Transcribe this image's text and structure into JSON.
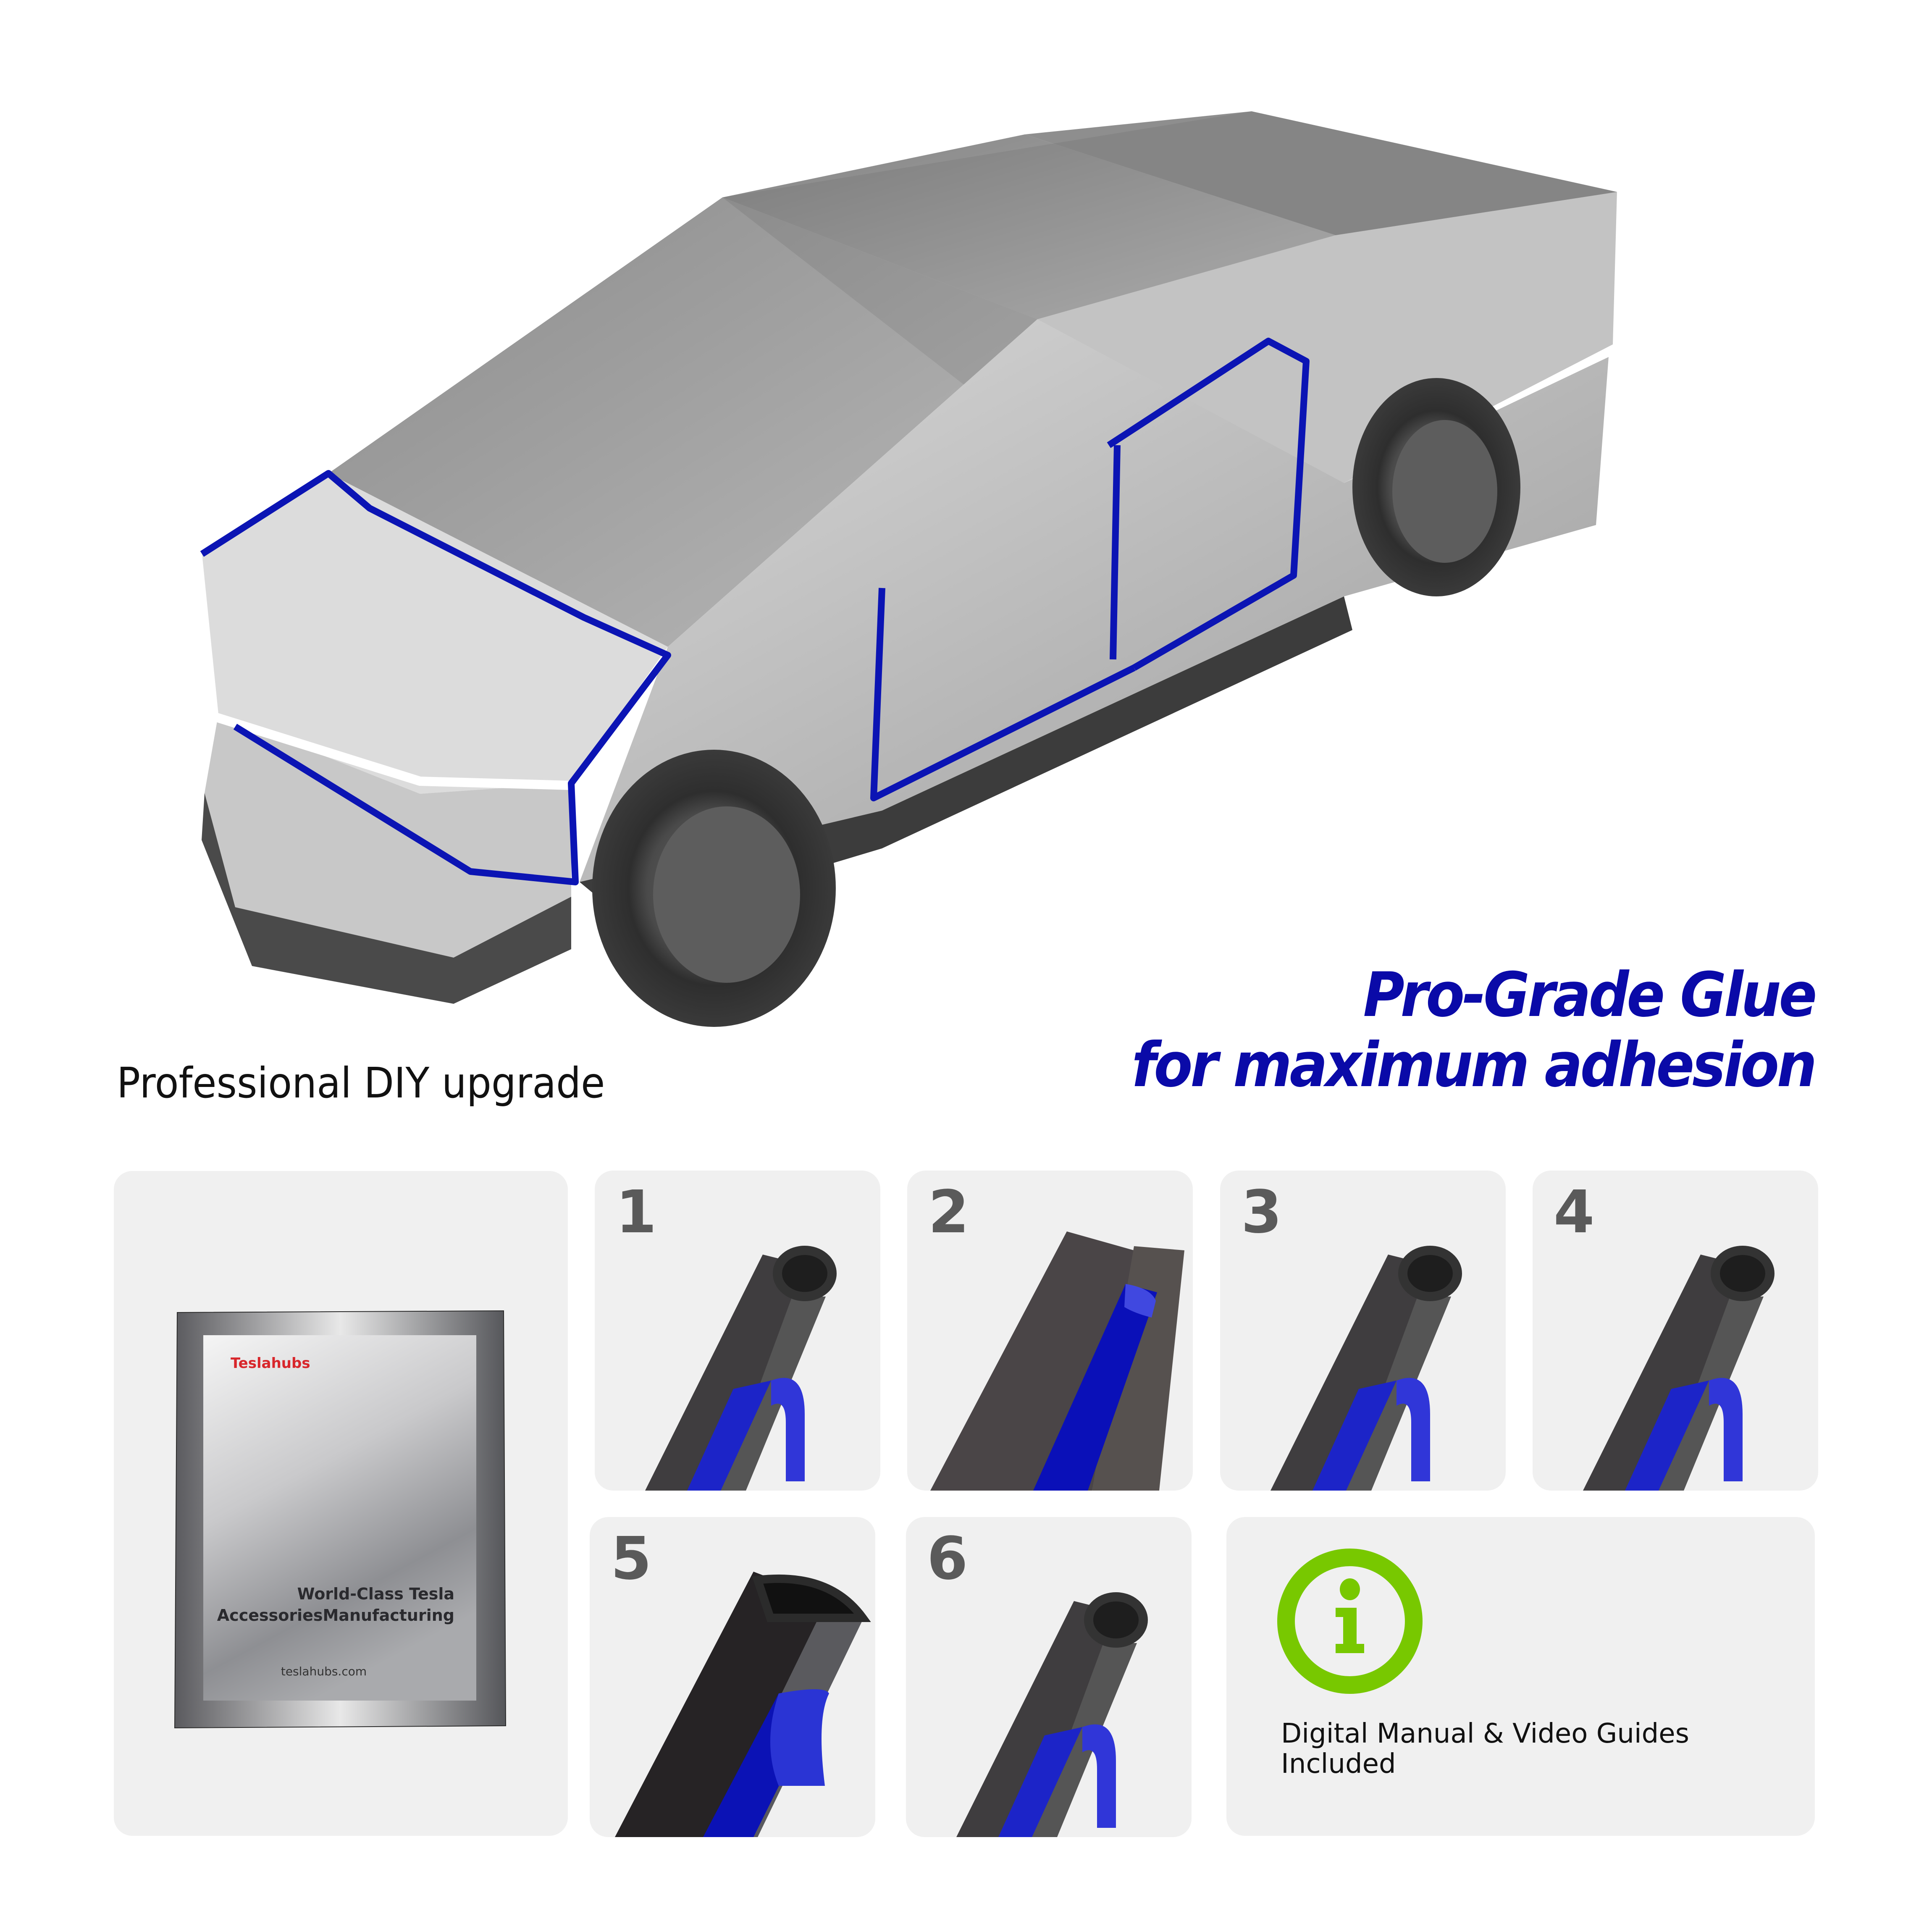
{
  "hero": {
    "headline_line1": "Pro-Grade Glue",
    "headline_line2": "for maximum adhesion",
    "subheadline": "Professional DIY upgrade",
    "image_alt": "Transparent pickup truck with blue seal lines around hood, front bumper and doors"
  },
  "package": {
    "brand": "Teslahubs",
    "tagline_line1": "World-Class Tesla",
    "tagline_line2": "AccessoriesManufacturing",
    "url": "teslahubs.com"
  },
  "steps": [
    {
      "number": "1",
      "profile": "round-bulb-seal",
      "tape_state": "peeled-loop"
    },
    {
      "number": "2",
      "profile": "flat-step-seal",
      "tape_state": "corner-peel"
    },
    {
      "number": "3",
      "profile": "round-bulb-seal",
      "tape_state": "peeled-loop"
    },
    {
      "number": "4",
      "profile": "round-bulb-seal",
      "tape_state": "peeled-loop"
    },
    {
      "number": "5",
      "profile": "d-shape-seal",
      "tape_state": "peeled-flap"
    },
    {
      "number": "6",
      "profile": "round-bulb-seal",
      "tape_state": "peeled-loop"
    }
  ],
  "info": {
    "icon": "info-icon",
    "text": "Digital Manual & Video Guides Included"
  },
  "colors": {
    "headline_blue": "#0a0aa8",
    "seal_line_blue": "#0b14b4",
    "tape_blue": "#1a20c8",
    "info_green": "#78c800",
    "step_number_gray": "#5a5a5a",
    "card_bg": "#f0f0f0",
    "brand_red": "#d8262b"
  }
}
